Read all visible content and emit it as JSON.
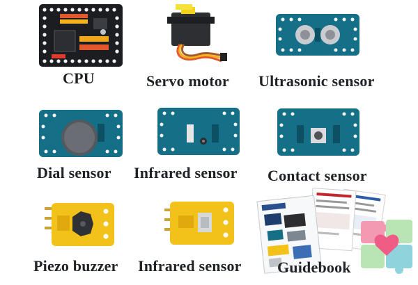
{
  "colors": {
    "cpu_board": "#1b1d20",
    "sensor_board": "#156f86",
    "sensor_board_dark": "#0e5063",
    "buzzer_board": "#f3c21a",
    "label_text": "#1f2226",
    "puzzle_pink": "#f39ab2",
    "puzzle_green": "#b9e4b4",
    "puzzle_teal": "#8fd3dd",
    "puzzle_heart": "#ef5d86"
  },
  "items": [
    {
      "label": "CPU",
      "icon": "cpu-board-icon"
    },
    {
      "label": "Servo motor",
      "icon": "servo-motor-icon"
    },
    {
      "label": "Ultrasonic sensor",
      "icon": "ultrasonic-sensor-icon"
    },
    {
      "label": "Dial sensor",
      "icon": "dial-sensor-icon"
    },
    {
      "label": "Infrared sensor",
      "icon": "infrared-sensor-icon"
    },
    {
      "label": "Contact sensor",
      "icon": "contact-sensor-icon"
    },
    {
      "label": "Piezo buzzer",
      "icon": "piezo-buzzer-icon"
    },
    {
      "label": "Infrared sensor",
      "icon": "infrared-sensor-yellow-icon"
    },
    {
      "label": "Guidebook",
      "icon": "guidebook-icon"
    }
  ]
}
